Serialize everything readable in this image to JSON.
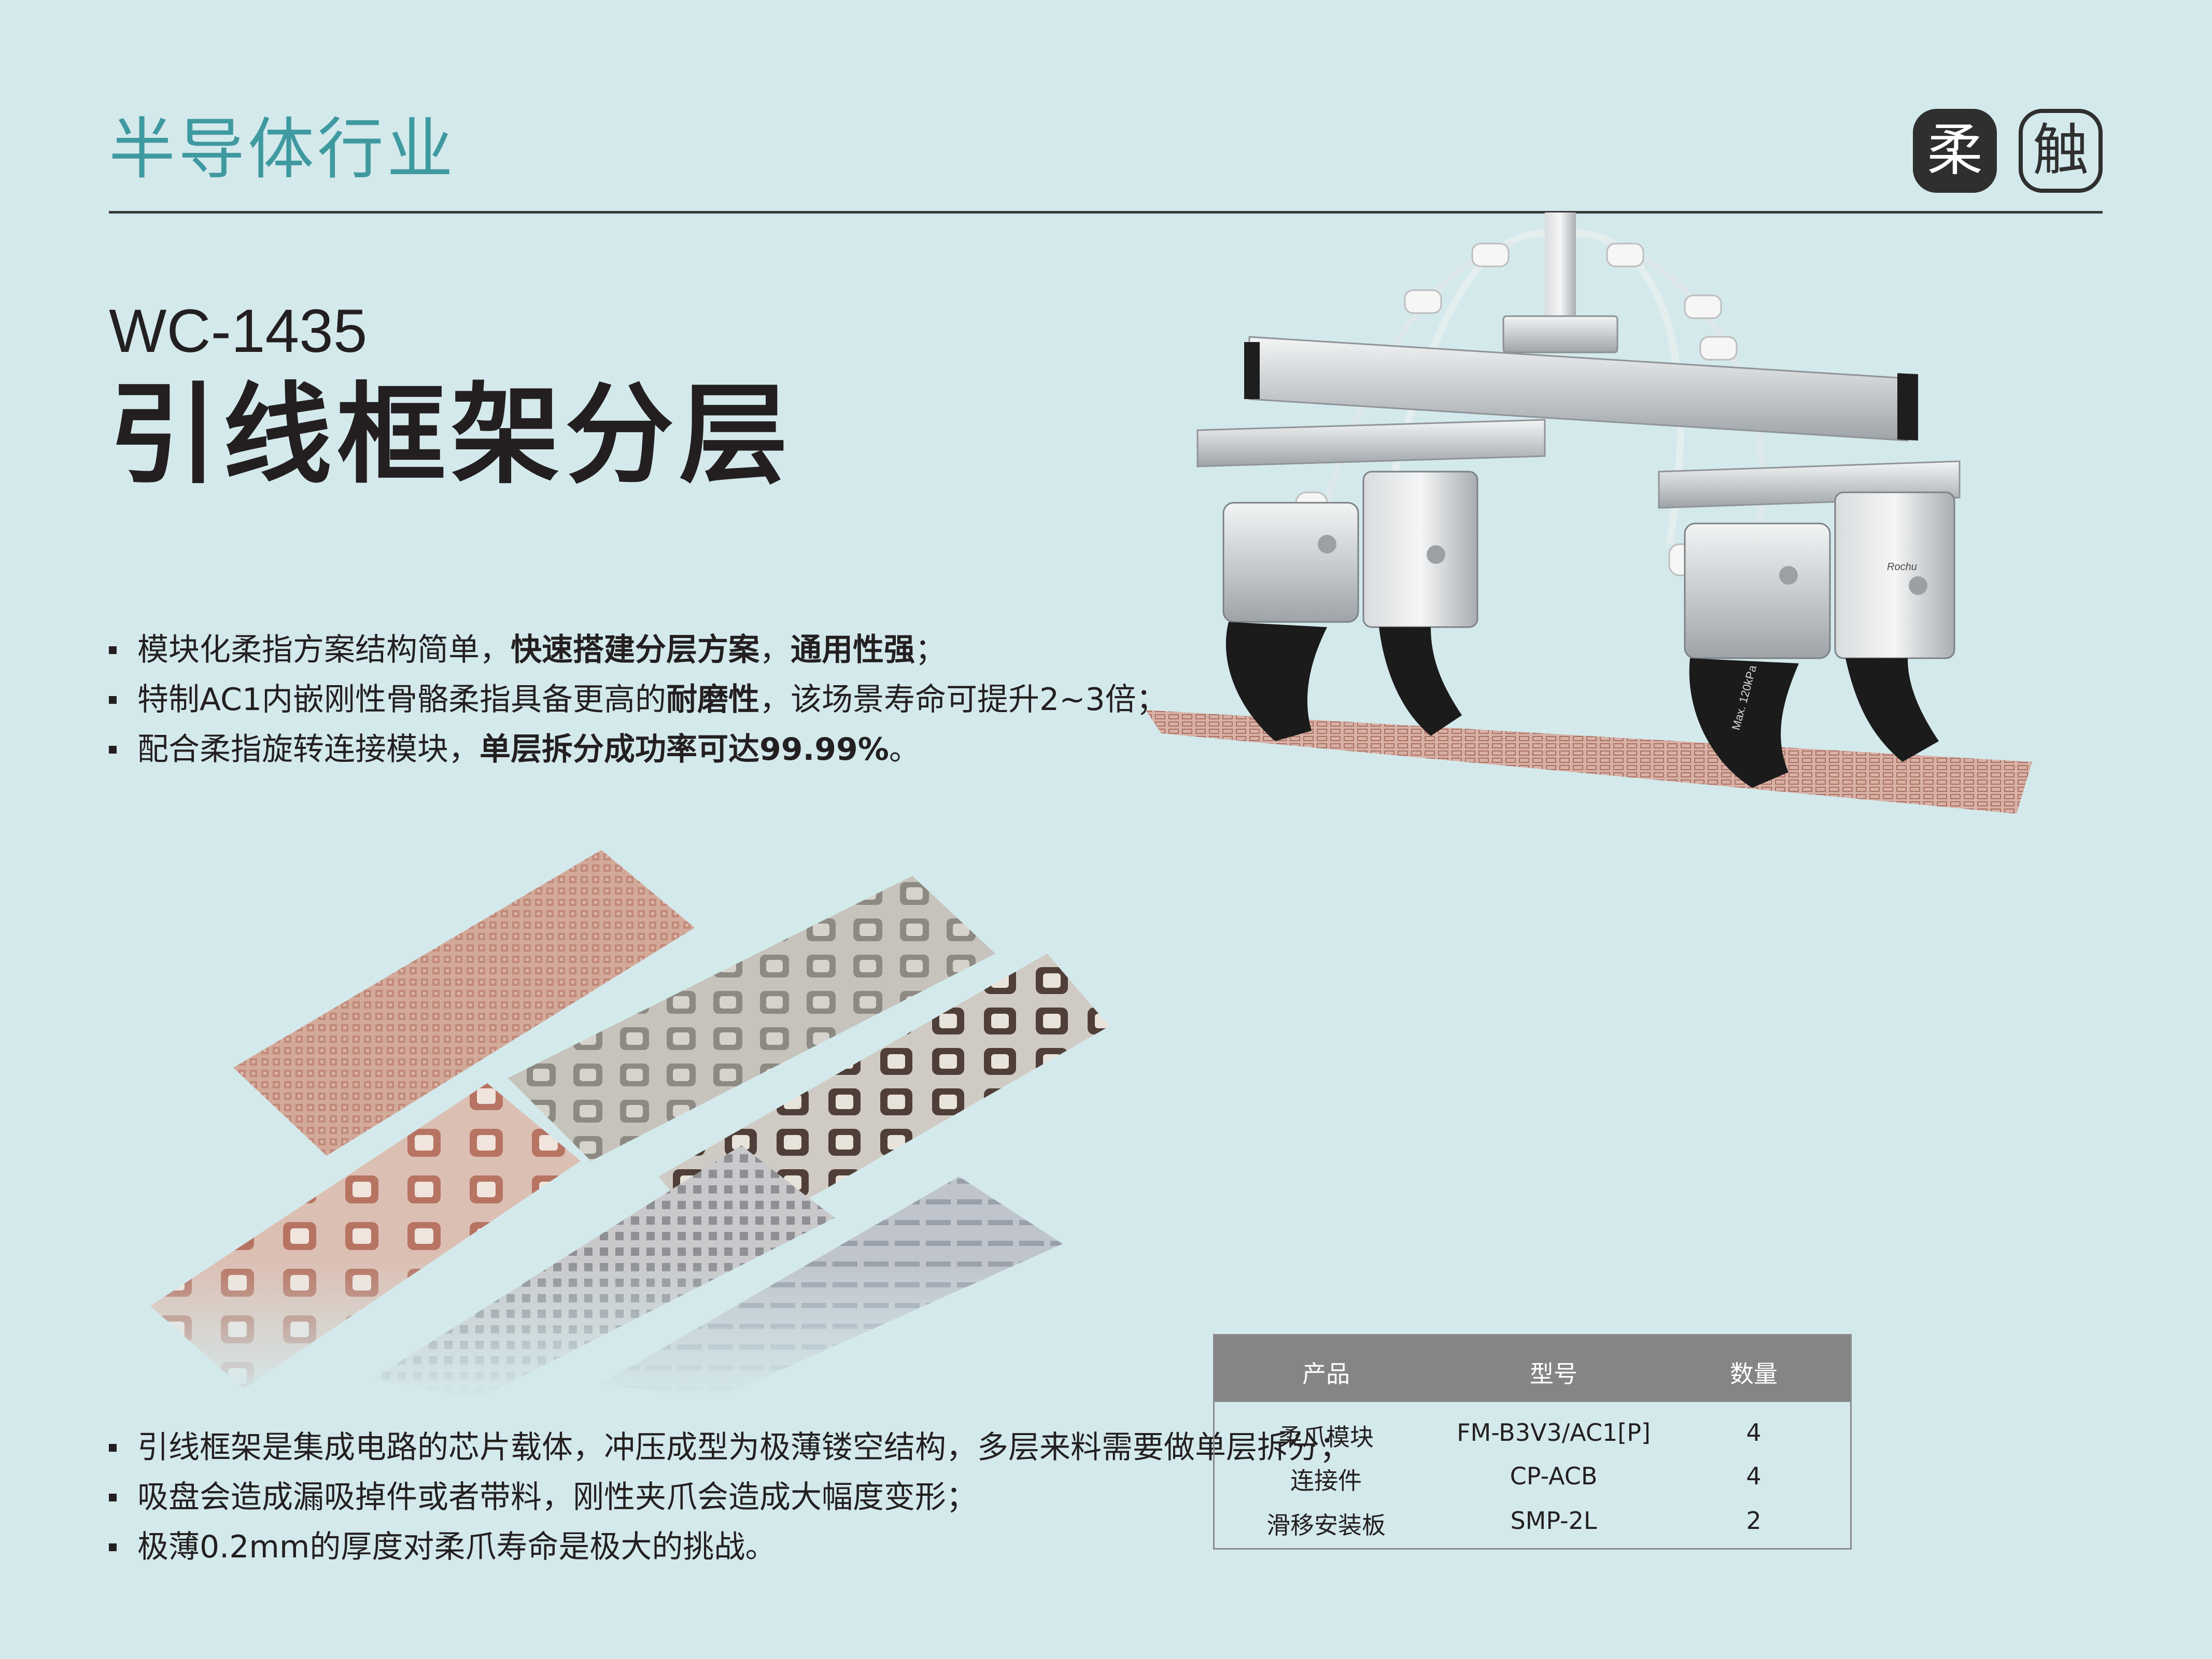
{
  "header": {
    "section_title": "半导体行业",
    "logo": {
      "char_1": "柔",
      "char_2": "触"
    }
  },
  "product": {
    "model_code": "WC-1435",
    "name": "引线框架分层"
  },
  "features": [
    {
      "plain_1": "模块化柔指方案结构简单，",
      "bold_1": "快速搭建分层方案",
      "plain_2": "，",
      "bold_2": "通用性强",
      "plain_3": "；"
    },
    {
      "plain_1": "特制AC1内嵌刚性骨骼柔指具备更高的",
      "bold_1": "耐磨性",
      "plain_2": "，该场景寿命可提升2~3倍；",
      "bold_2": "",
      "plain_3": ""
    },
    {
      "plain_1": "配合柔指旋转连接模块，",
      "bold_1": "单层拆分成功率可达99.99%",
      "plain_2": "。",
      "bold_2": "",
      "plain_3": ""
    }
  ],
  "problems": [
    "引线框架是集成电路的芯片载体，冲压成型为极薄镂空结构，多层来料需要做单层拆分；",
    "吸盘会造成漏吸掉件或者带料，刚性夹爪会造成大幅度变形；",
    "极薄0.2mm的厚度对柔爪寿命是极大的挑战。"
  ],
  "gripper_markings": {
    "pressure": "Max. 120kPa",
    "brand": "Rochu"
  },
  "bom_table": {
    "headers": [
      "产品",
      "型号",
      "数量"
    ],
    "rows": [
      [
        "柔爪模块",
        "FM-B3V3/AC1[P]",
        "4"
      ],
      [
        "连接件",
        "CP-ACB",
        "4"
      ],
      [
        "滑移安装板",
        "SMP-2L",
        "2"
      ]
    ]
  },
  "colors": {
    "background": "#d4e9ec",
    "accent_teal": "#3f9aa0",
    "text_dark": "#231f20",
    "table_header": "#858585"
  }
}
